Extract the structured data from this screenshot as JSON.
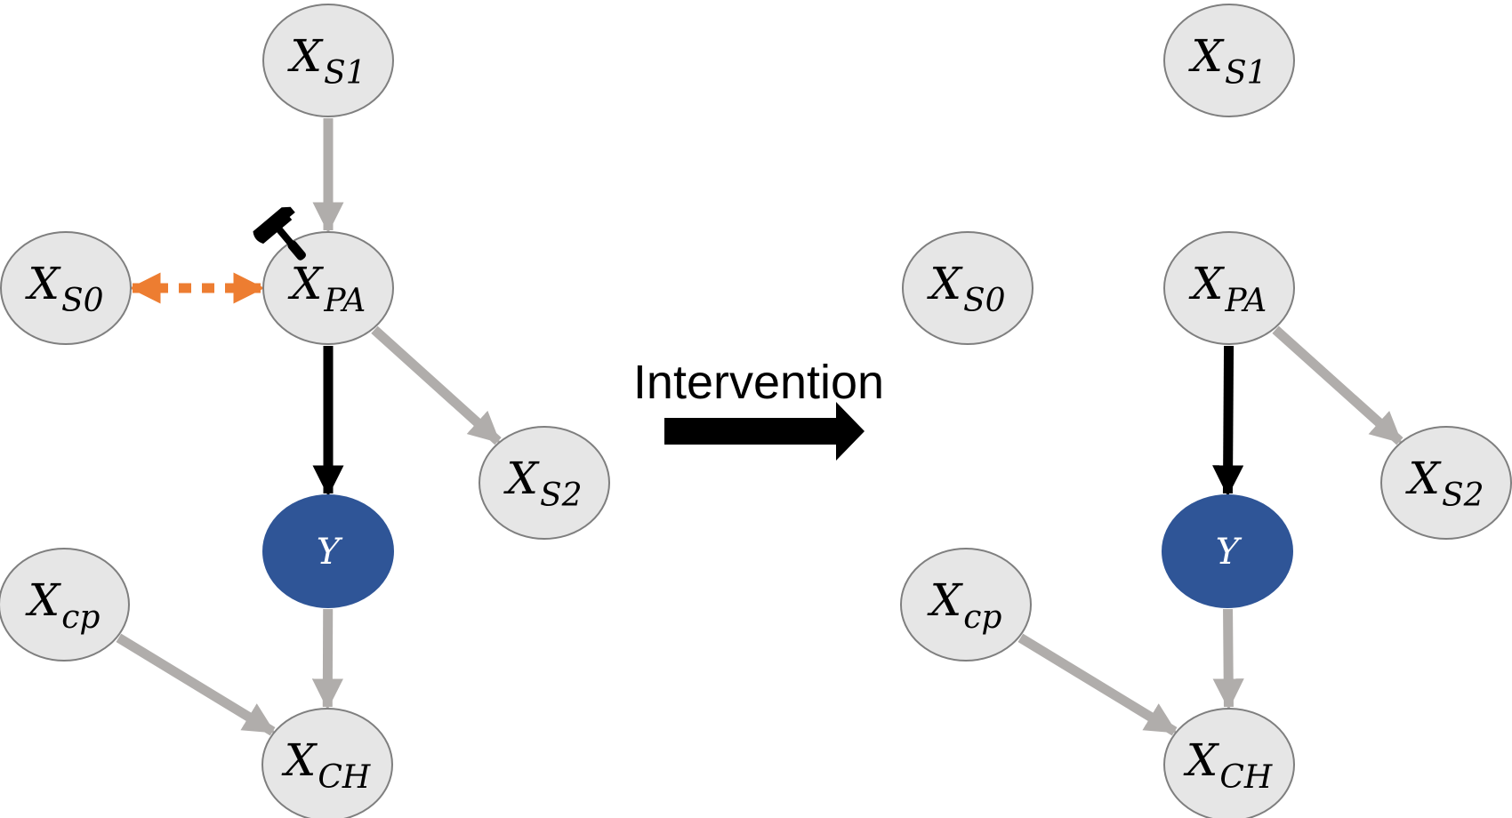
{
  "colors": {
    "node_fill": "#e6e6e6",
    "node_stroke": "#7f7f7f",
    "target_fill": "#2f5597",
    "gray_edge": "#b0adab",
    "black_edge": "#000000",
    "orange_edge": "#ed7d31"
  },
  "intervention": {
    "label": "Intervention"
  },
  "icons": {
    "hammer": "hammer-icon"
  },
  "left_graph": {
    "nodes": [
      {
        "id": "xs1",
        "base": "X",
        "sub": "S1"
      },
      {
        "id": "xs0",
        "base": "X",
        "sub": "S0"
      },
      {
        "id": "xpa",
        "base": "X",
        "sub": "PA"
      },
      {
        "id": "xs2",
        "base": "X",
        "sub": "S2"
      },
      {
        "id": "y",
        "base": "Y",
        "sub": ""
      },
      {
        "id": "xcp",
        "base": "X",
        "sub": "cp"
      },
      {
        "id": "xch",
        "base": "X",
        "sub": "CH"
      }
    ],
    "edges": [
      {
        "from": "xs1",
        "to": "xpa",
        "style": "gray"
      },
      {
        "from": "xs0",
        "to": "xpa",
        "style": "orange-dashed-bidirectional"
      },
      {
        "from": "xpa",
        "to": "y",
        "style": "black"
      },
      {
        "from": "xpa",
        "to": "xs2",
        "style": "gray"
      },
      {
        "from": "y",
        "to": "xch",
        "style": "gray"
      },
      {
        "from": "xcp",
        "to": "xch",
        "style": "gray"
      }
    ]
  },
  "right_graph": {
    "nodes": [
      {
        "id": "xs1",
        "base": "X",
        "sub": "S1"
      },
      {
        "id": "xs0",
        "base": "X",
        "sub": "S0"
      },
      {
        "id": "xpa",
        "base": "X",
        "sub": "PA"
      },
      {
        "id": "xs2",
        "base": "X",
        "sub": "S2"
      },
      {
        "id": "y",
        "base": "Y",
        "sub": ""
      },
      {
        "id": "xcp",
        "base": "X",
        "sub": "cp"
      },
      {
        "id": "xch",
        "base": "X",
        "sub": "CH"
      }
    ],
    "edges": [
      {
        "from": "xpa",
        "to": "y",
        "style": "black"
      },
      {
        "from": "xpa",
        "to": "xs2",
        "style": "gray"
      },
      {
        "from": "y",
        "to": "xch",
        "style": "gray"
      },
      {
        "from": "xcp",
        "to": "xch",
        "style": "gray"
      }
    ]
  }
}
